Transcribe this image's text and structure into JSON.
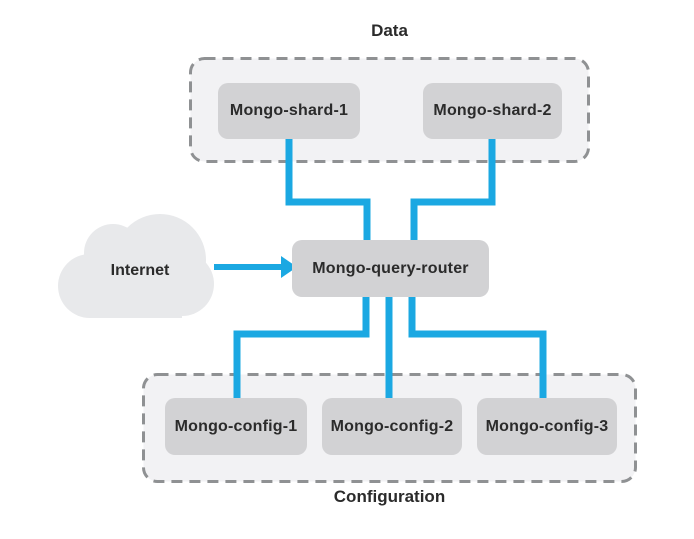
{
  "diagram": {
    "groups": {
      "data": {
        "label": "Data",
        "contains": [
          "shard1",
          "shard2"
        ]
      },
      "configuration": {
        "label": "Configuration",
        "contains": [
          "config1",
          "config2",
          "config3"
        ]
      }
    },
    "nodes": {
      "shard1": "Mongo-shard-1",
      "shard2": "Mongo-shard-2",
      "router": "Mongo-query-router",
      "config1": "Mongo-config-1",
      "config2": "Mongo-config-2",
      "config3": "Mongo-config-3"
    },
    "cloud": {
      "label": "Internet"
    },
    "edges": [
      {
        "from": "internet",
        "to": "router",
        "style": "arrow"
      },
      {
        "from": "shard1",
        "to": "router",
        "style": "line"
      },
      {
        "from": "shard2",
        "to": "router",
        "style": "line"
      },
      {
        "from": "router",
        "to": "config1",
        "style": "line"
      },
      {
        "from": "router",
        "to": "config2",
        "style": "line"
      },
      {
        "from": "router",
        "to": "config3",
        "style": "line"
      }
    ],
    "colors": {
      "connector_blue": "#1ba8e2",
      "node_fill": "#d2d2d4",
      "group_fill": "#f2f2f4",
      "group_border": "#8f9193",
      "cloud_fill": "#e8e9eb",
      "text": "#2b2b2b",
      "background": "#ffffff"
    }
  }
}
